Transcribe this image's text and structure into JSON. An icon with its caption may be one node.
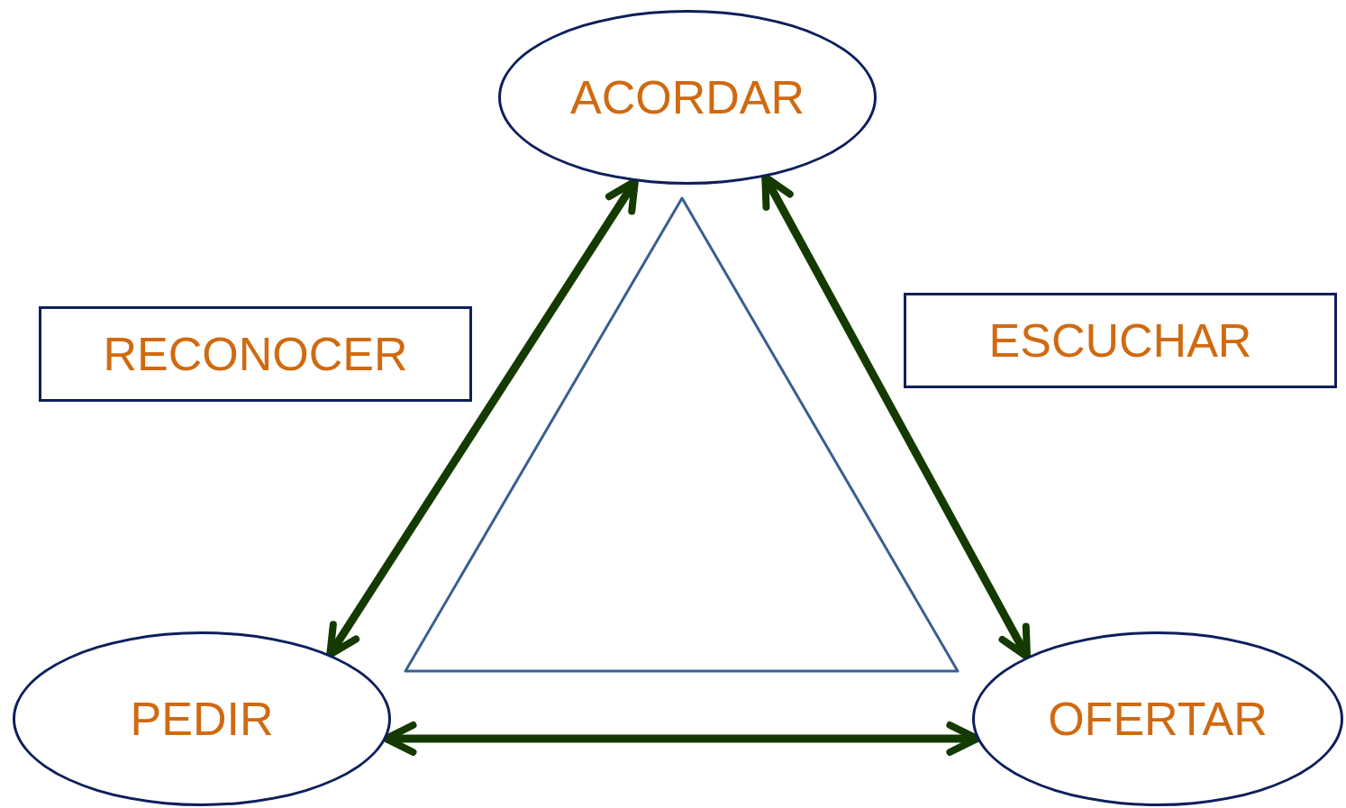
{
  "diagram": {
    "nodes": [
      {
        "text": [
          "ACORDAR"
        ]
      },
      {
        "text": [
          "RECONOCER"
        ]
      },
      {
        "text": [
          "ESCUCHAR"
        ]
      },
      {
        "text": [
          "PEDIR"
        ]
      },
      {
        "text": [
          "OFERTAR"
        ]
      }
    ],
    "edges": [
      {
        "from": 0,
        "to": 3,
        "arrow": "both"
      },
      {
        "from": 0,
        "to": 4,
        "arrow": "both"
      },
      {
        "from": 3,
        "to": 4,
        "arrow": "both"
      }
    ]
  }
}
